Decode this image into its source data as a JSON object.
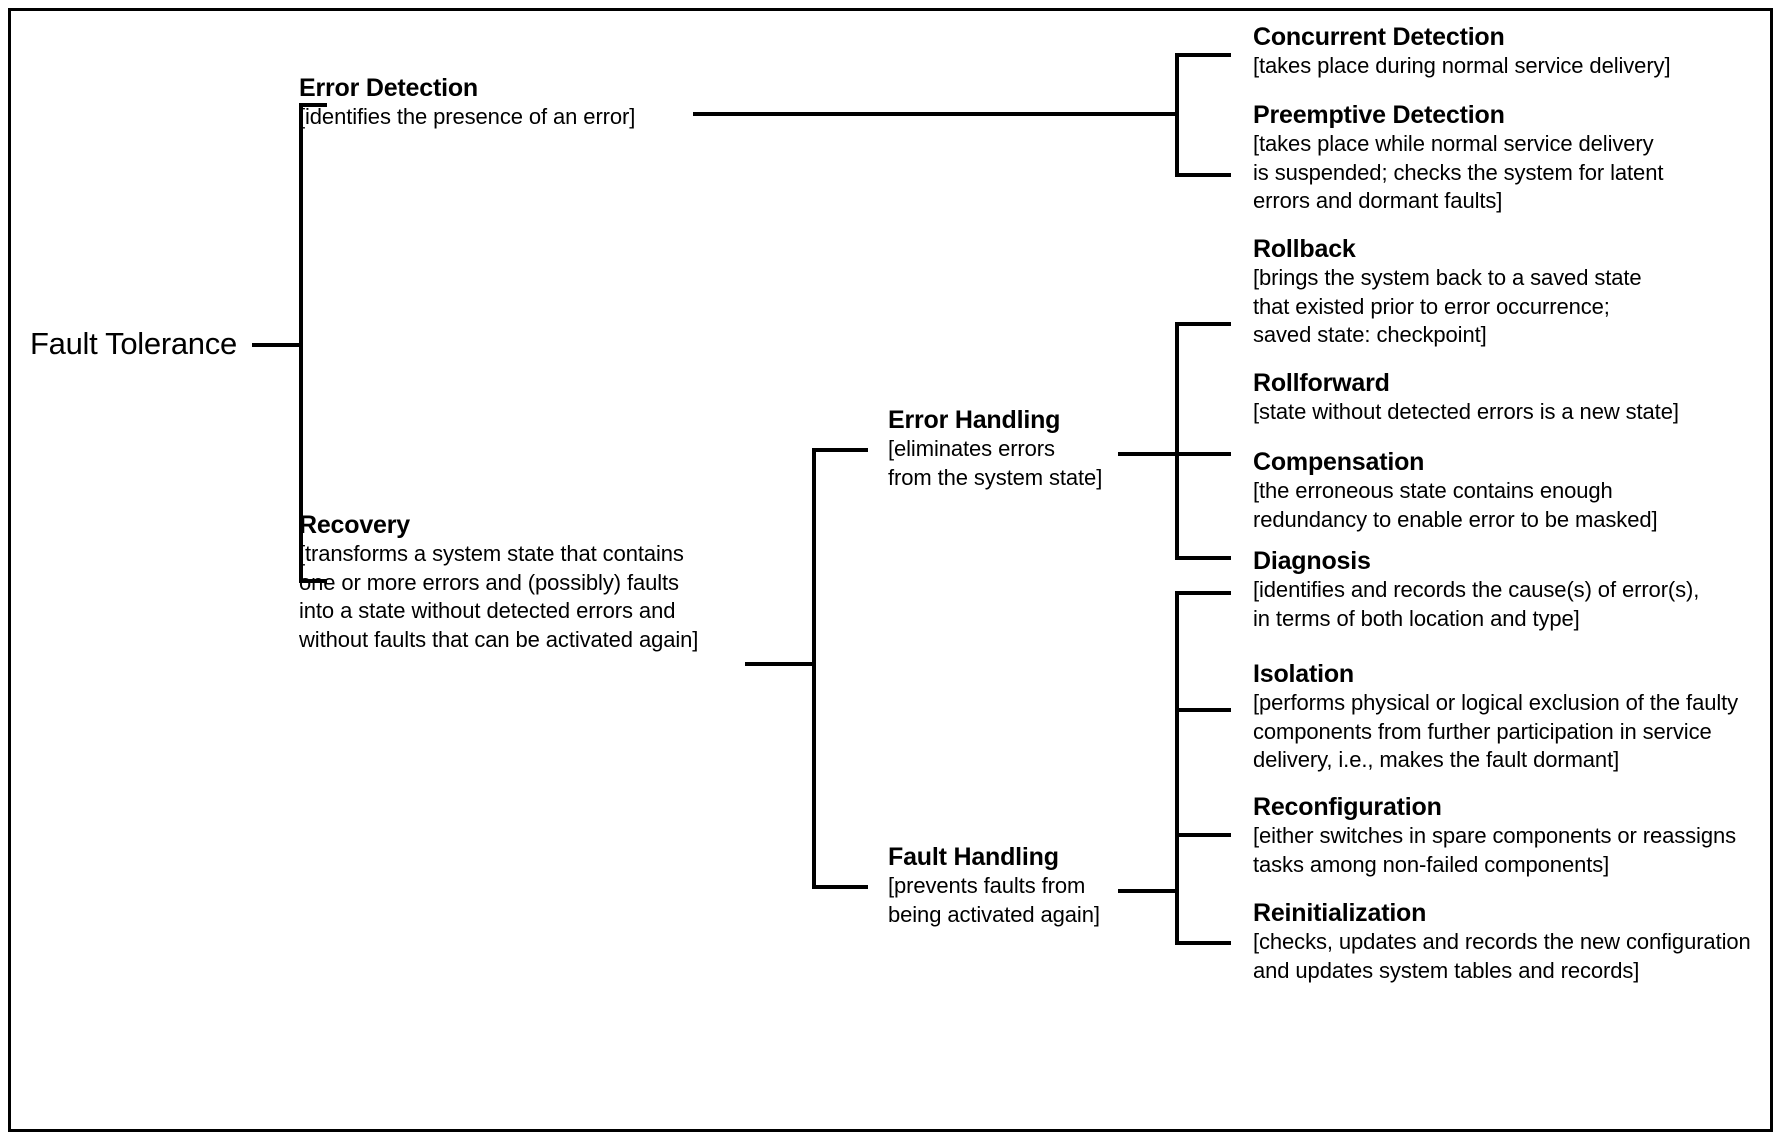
{
  "diagram": {
    "type": "tree",
    "orientation": "left-to-right",
    "root": {
      "label": "Fault Tolerance"
    },
    "level1": [
      {
        "id": "error-detection",
        "title": "Error Detection",
        "desc": "[identifies the presence of an error]"
      },
      {
        "id": "recovery",
        "title": "Recovery",
        "desc": "[transforms a system state that contains\none or more errors and (possibly) faults\ninto a state without detected errors and\nwithout faults that can be activated again]"
      }
    ],
    "level2": [
      {
        "id": "error-handling",
        "parent": "recovery",
        "title": "Error Handling",
        "desc": "[eliminates errors\nfrom the system state]"
      },
      {
        "id": "fault-handling",
        "parent": "recovery",
        "title": "Fault Handling",
        "desc": "[prevents faults from\nbeing activated again]"
      }
    ],
    "leaves": [
      {
        "id": "concurrent-detection",
        "parent": "error-detection",
        "title": "Concurrent Detection",
        "desc": "[takes place during normal service delivery]"
      },
      {
        "id": "preemptive-detection",
        "parent": "error-detection",
        "title": "Preemptive Detection",
        "desc": "[takes place while normal service delivery\n is suspended; checks the system for latent\nerrors and dormant faults]"
      },
      {
        "id": "rollback",
        "parent": "error-handling",
        "title": "Rollback",
        "desc": "[brings the system back to a saved state\nthat existed prior to error occurrence;\nsaved state: checkpoint]"
      },
      {
        "id": "rollforward",
        "parent": "error-handling",
        "title": "Rollforward",
        "desc": "[state without detected errors is a new state]"
      },
      {
        "id": "compensation",
        "parent": "error-handling",
        "title": "Compensation",
        "desc": "[the erroneous state contains enough\nredundancy to enable error to be masked]"
      },
      {
        "id": "diagnosis",
        "parent": "fault-handling",
        "title": "Diagnosis",
        "desc": "[identifies and records the cause(s) of error(s),\nin terms of both location and type]"
      },
      {
        "id": "isolation",
        "parent": "fault-handling",
        "title": "Isolation",
        "desc": "[performs physical or logical exclusion of the faulty\ncomponents from further participation in service\ndelivery, i.e., makes the fault dormant]"
      },
      {
        "id": "reconfiguration",
        "parent": "fault-handling",
        "title": "Reconfiguration",
        "desc": "[either switches in spare components or reassigns\ntasks among non-failed components]"
      },
      {
        "id": "reinitialization",
        "parent": "fault-handling",
        "title": "Reinitialization",
        "desc": "[checks, updates and records the new configuration\nand updates system tables and records]"
      }
    ],
    "colors": {
      "line": "#000000",
      "text": "#000000",
      "background": "#ffffff"
    }
  }
}
